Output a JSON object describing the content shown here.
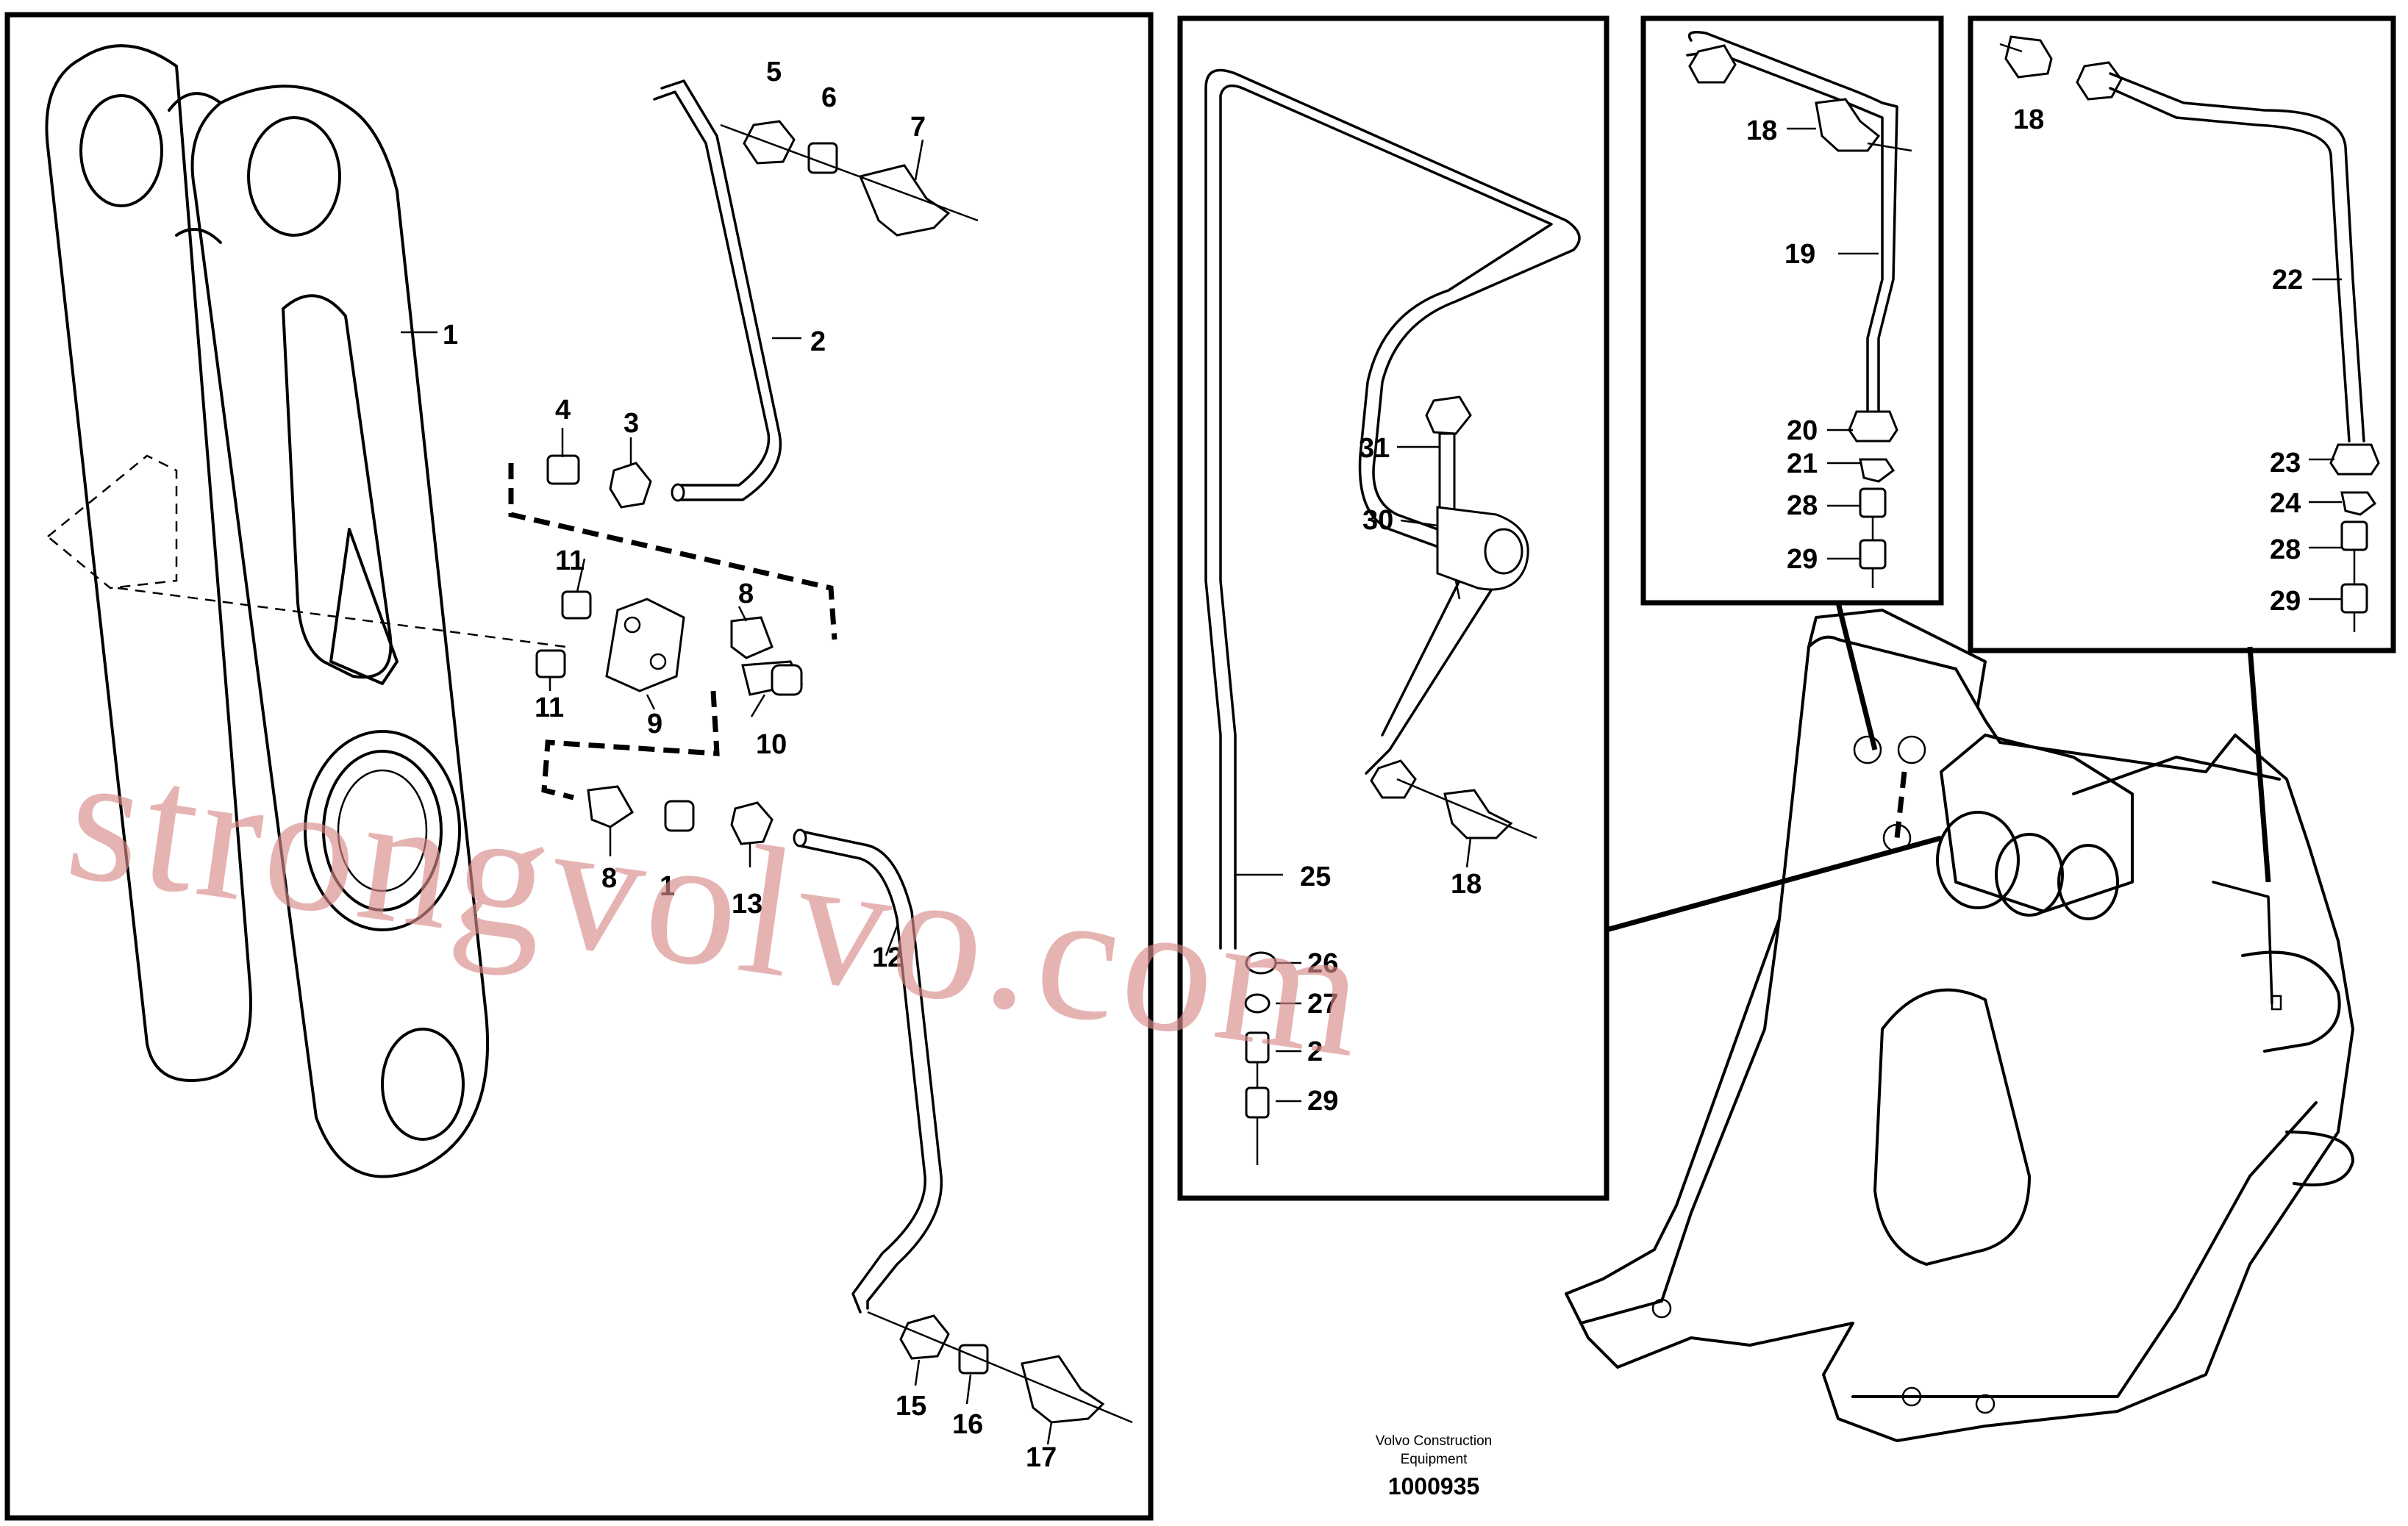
{
  "diagram": {
    "part_labels": [
      "1",
      "2",
      "3",
      "4",
      "5",
      "6",
      "7",
      "8",
      "9",
      "10",
      "11",
      "11",
      "8",
      "1",
      "13",
      "12",
      "15",
      "16",
      "17",
      "25",
      "26",
      "27",
      "2",
      "29",
      "31",
      "30",
      "18",
      "18",
      "19",
      "20",
      "21",
      "28",
      "29",
      "18",
      "22",
      "23",
      "24",
      "28",
      "29"
    ],
    "caption_line1": "Volvo Construction",
    "caption_line2": "Equipment",
    "drawing_number": "1000935",
    "watermark": "strongvolvo.com"
  }
}
